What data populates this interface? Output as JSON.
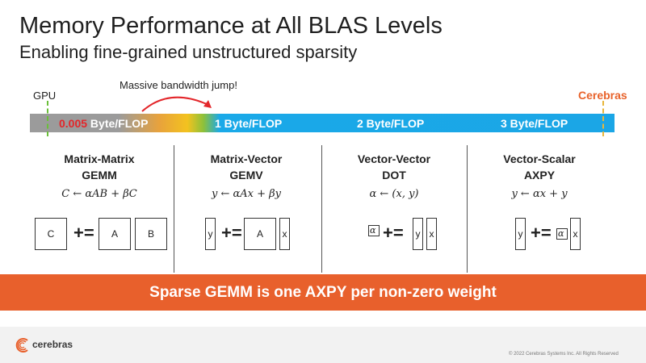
{
  "slide": {
    "title": "Memory Performance at All BLAS Levels",
    "subtitle": "Enabling fine-grained unstructured sparsity"
  },
  "bandwidth": {
    "gpu_label": "GPU",
    "cerebras_label": "Cerebras",
    "jump_label": "Massive bandwidth jump!",
    "segments": [
      {
        "value": "0.005",
        "unit": " Byte/FLOP"
      },
      {
        "label": "1 Byte/FLOP"
      },
      {
        "label": "2 Byte/FLOP"
      },
      {
        "label": "3 Byte/FLOP"
      }
    ],
    "colors": {
      "gpu_gray": "#9b9b9b",
      "blue": "#1ba6e6",
      "accent_red": "#e3262a",
      "cerebras_orange": "#e8622a"
    }
  },
  "columns": [
    {
      "title": "Matrix-Matrix",
      "op": "GEMM",
      "equation": "C ← αAB + βC",
      "boxes": [
        "C",
        "A",
        "B"
      ]
    },
    {
      "title": "Matrix-Vector",
      "op": "GEMV",
      "equation": "y ← αAx + βy",
      "boxes": [
        "y",
        "A",
        "x"
      ]
    },
    {
      "title": "Vector-Vector",
      "op": "DOT",
      "equation": "α ← (x, y)",
      "boxes": [
        "α",
        "y",
        "x"
      ]
    },
    {
      "title": "Vector-Scalar",
      "op": "AXPY",
      "equation": "y ← αx + y",
      "boxes": [
        "y",
        "α",
        "x"
      ]
    }
  ],
  "operator": "+=",
  "banner": {
    "text": "Sparse GEMM is one AXPY per non-zero weight",
    "color": "#e8602c"
  },
  "footer": {
    "logo_text": "cerebras",
    "copyright": "© 2022 Cerebras Systems Inc. All Rights Reserved"
  }
}
